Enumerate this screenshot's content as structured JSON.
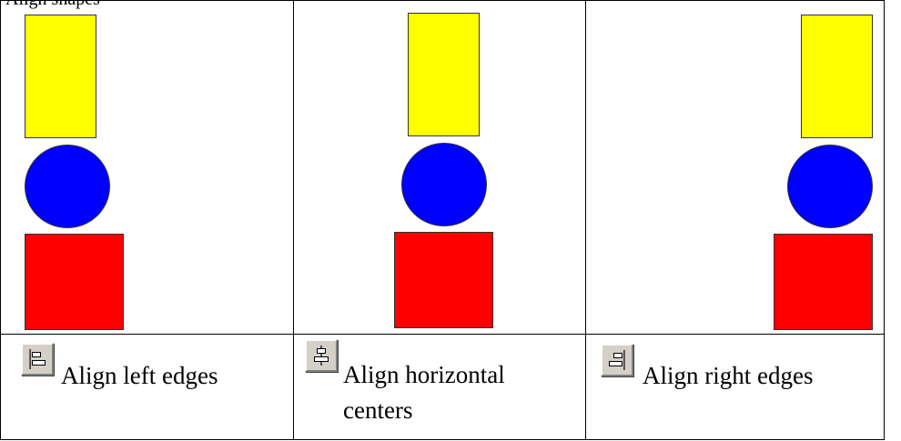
{
  "top_fragment": "Align shapes",
  "columns": [
    {
      "caption": "Align left edges",
      "button_icon": "align-left-icon"
    },
    {
      "caption": "Align horizontal centers",
      "button_icon": "align-center-icon"
    },
    {
      "caption": "Align right edges",
      "button_icon": "align-right-icon"
    }
  ],
  "colors": {
    "rectangle": "#ffff00",
    "circle": "#0000ff",
    "square": "#ff0000",
    "button_face": "#d4d0c8"
  }
}
